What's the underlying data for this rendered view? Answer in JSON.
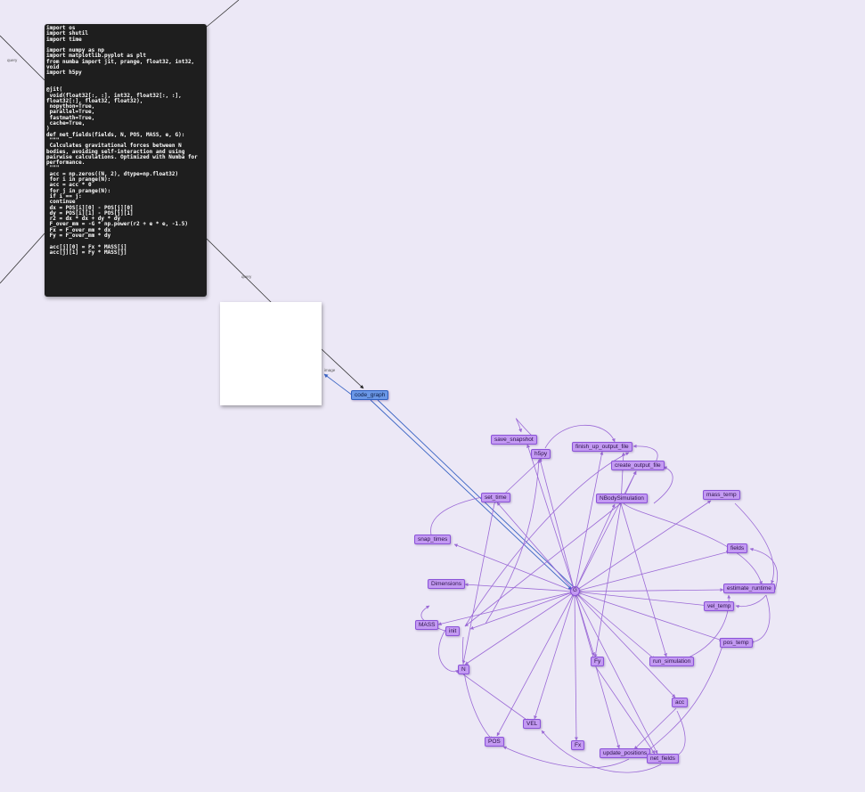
{
  "code_card": {
    "code": "import os\nimport shutil\nimport time\n\nimport numpy as np\nimport matplotlib.pyplot as plt\nfrom numba import jit, prange, float32, int32, void\nimport h5py\n\n\n@jit(\n void(float32[:, :], int32, float32[:, :], float32[:], float32, float32),\n nopython=True,\n parallel=True,\n fastmath=True,\n cache=True,\n)\ndef net_fields(fields, N, POS, MASS, e, G):\n \"\"\"\n Calculates gravitational forces between N bodies, avoiding self-interaction and using pairwise calculations. Optimized with Numba for performance.\n \"\"\"\n acc = np.zeros((N, 2), dtype=np.float32)\n for i in prange(N):\n acc = acc * 0\n for j in prange(N):\n if i == j:\n continue\n dx = POS[i][0] - POS[j][0]\n dy = POS[i][1] - POS[j][1]\n r2 = dx * dx + dy * dy\n F_over_mm = -G * np.power(r2 + e * e, -1.5)\n Fx = F_over_mm * dx\n Fy = F_over_mm * dy\n\n acc[j][0] = Fx * MASS[j]\n acc[j][1] = Fy * MASS[j]"
  },
  "edge_labels": {
    "code_left": "query",
    "code_thumb": "query",
    "thumb_graph": "image"
  },
  "code_graph": "code_graph",
  "nodes": {
    "save_snapshot": "save_snapshot",
    "h5py": "h5py",
    "finish_up_output_file": "finish_up_output_file",
    "create_output_file": "create_output_file",
    "set_time": "set_time",
    "NBodySimulation": "NBodySimulation",
    "mass_temp": "mass_temp",
    "snap_times": "snap_times",
    "fields": "fields",
    "Dimensions": "Dimensions",
    "G": "G",
    "estimate_runtime": "estimate_runtime",
    "vel_temp": "vel_temp",
    "MASS": "MASS",
    "init": "init",
    "pos_temp": "pos_temp",
    "Fy": "Fy",
    "run_simulation": "run_simulation",
    "N": "N",
    "acc": "acc",
    "VEL": "VEL",
    "POS": "POS",
    "Fx": "Fx",
    "update_positions": "update_positions",
    "net_fields": "net_fields"
  },
  "colors": {
    "background": "#ece8f6",
    "node_fill": "#c39af2",
    "node_border": "#8b53d8",
    "edge": "#9b6ad6",
    "highlight_edge": "#3a64c4",
    "highlight_node": "#6a97e6",
    "code_bg": "#1e1e1e"
  }
}
